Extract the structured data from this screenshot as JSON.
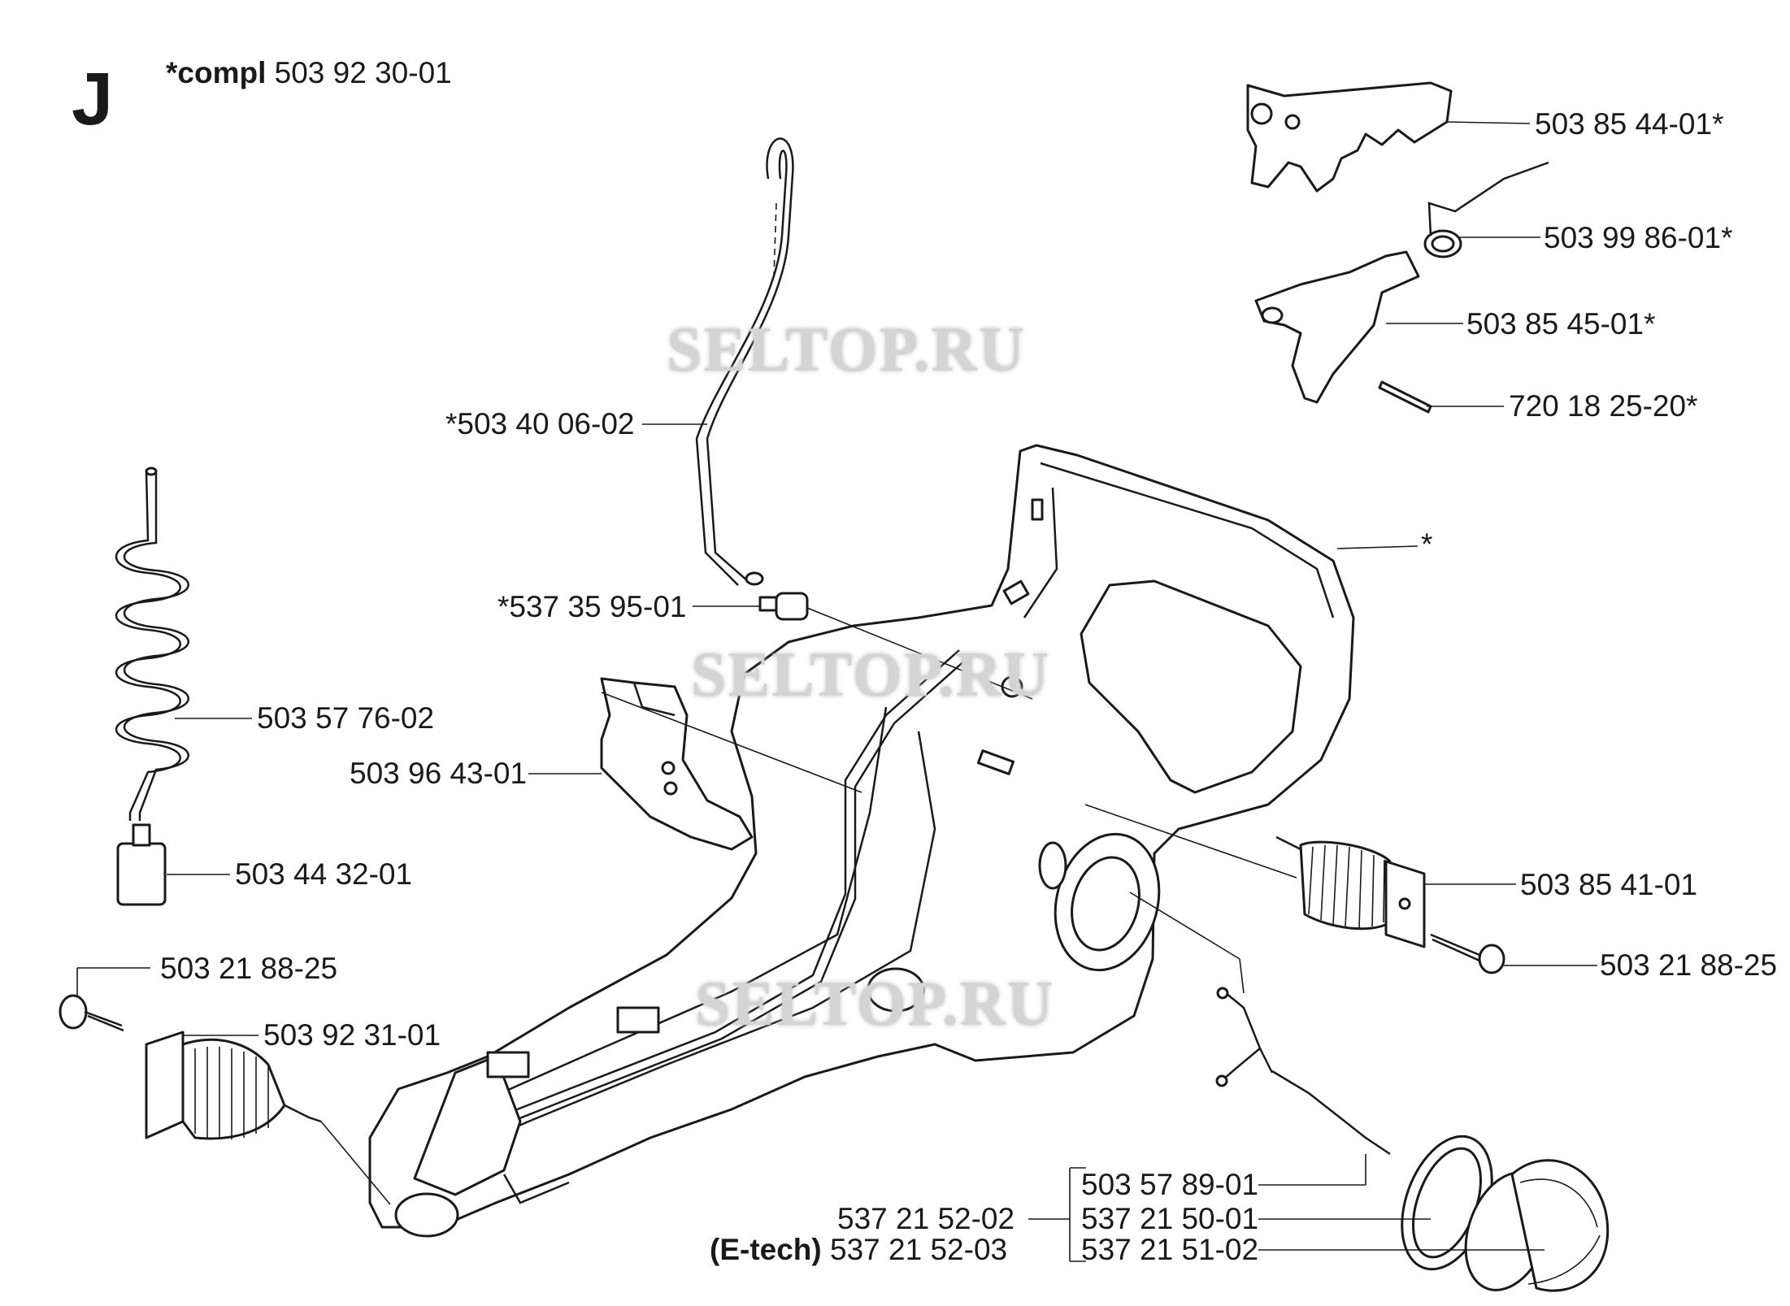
{
  "section": "J",
  "assembly": {
    "prefix": "*compl",
    "number": "503 92 30-01"
  },
  "watermark": "SELTOP.RU",
  "callouts": {
    "trigger": "503 85 44-01*",
    "trigger_spring": "503 99 86-01*",
    "lockout": "503 85 45-01*",
    "pin": "720 18 25-20*",
    "fuel_hose": "*503 40 06-02",
    "handle_star": "*",
    "fuel_filter_star": "*537 35 95-01",
    "coil_hose": "503 57 76-02",
    "bracket": "503 96 43-01",
    "fuel_filter": "503 44 32-01",
    "screw_left": "503 21 88-25",
    "av_left": "503 92 31-01",
    "av_right": "503 85 41-01",
    "screw_right": "503 21 88-25",
    "cap_strap": "503 57 89-01",
    "cap_seal": "537 21 50-01",
    "cap": "537 21 51-02",
    "cap_assembly": "537 21 52-02",
    "cap_assembly_etech_prefix": "(E-tech)",
    "cap_assembly_etech": "537 21 52-03"
  },
  "colors": {
    "ink": "#1a1a1a",
    "paper": "#ffffff",
    "watermark": "#d4d4d4"
  }
}
